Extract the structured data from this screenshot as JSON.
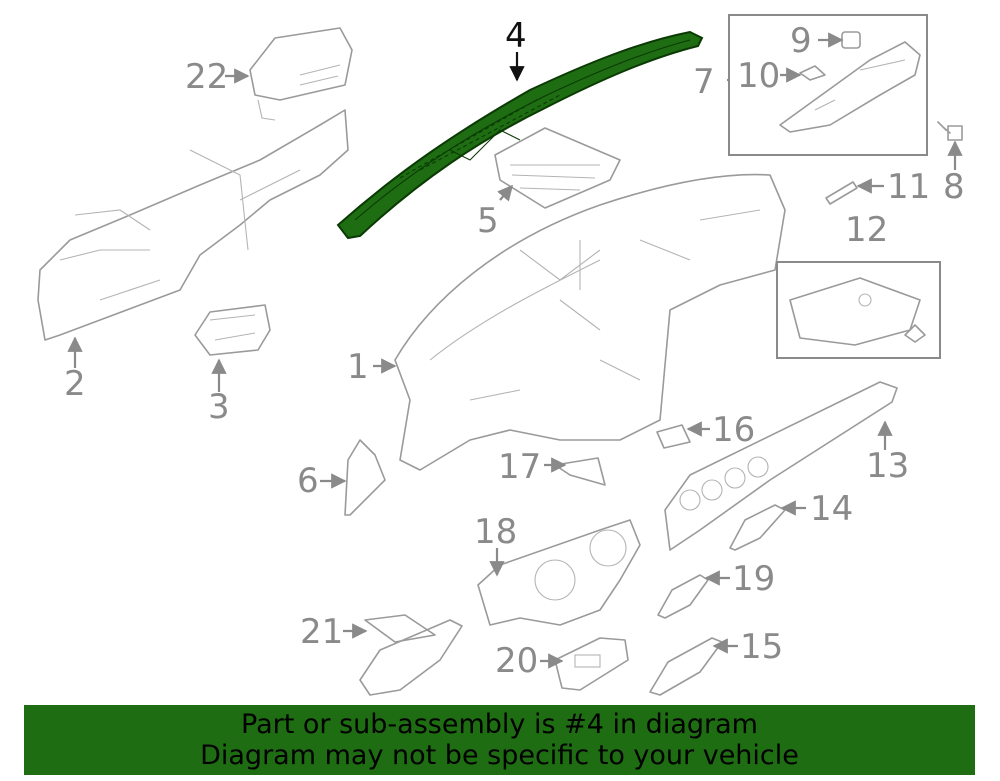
{
  "highlight_color": "#1e6d12",
  "highlighted_part": "4",
  "callouts": [
    "1",
    "2",
    "3",
    "4",
    "5",
    "6",
    "7",
    "8",
    "9",
    "10",
    "11",
    "12",
    "13",
    "14",
    "15",
    "16",
    "17",
    "18",
    "19",
    "20",
    "21",
    "22"
  ],
  "banner": {
    "line1": "Part or sub-assembly is #4 in diagram",
    "line2": "Diagram may not be specific to your vehicle"
  }
}
